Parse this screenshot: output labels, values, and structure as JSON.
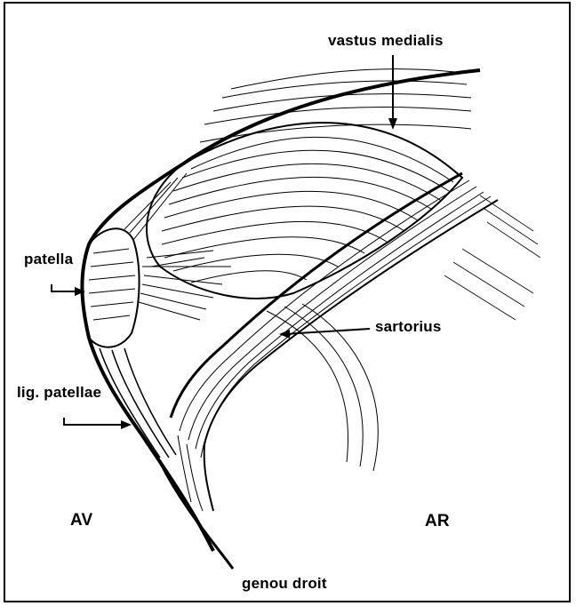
{
  "labels": {
    "vastus_medialis": "vastus medialis",
    "patella": "patella",
    "sartorius": "sartorius",
    "lig_patellae": "lig. patellae",
    "av": "AV",
    "ar": "AR",
    "caption": "genou droit"
  },
  "colors": {
    "ink": "#000000",
    "paper": "#ffffff"
  }
}
